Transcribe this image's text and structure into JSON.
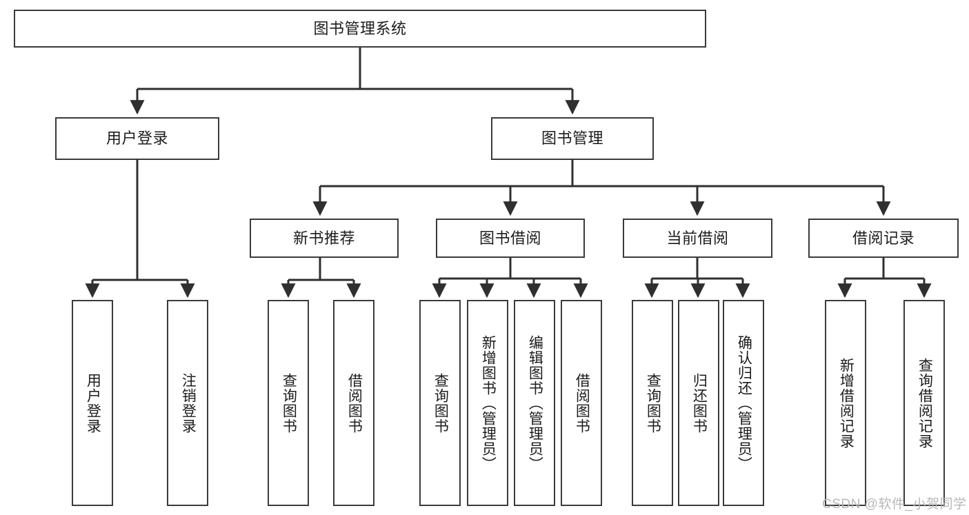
{
  "diagram": {
    "type": "tree-hierarchy",
    "title": "图书管理系统",
    "orientation": "top-down",
    "levels": 4,
    "root": {
      "id": "root",
      "label": "图书管理系统",
      "text_direction": "horizontal"
    },
    "level2": [
      {
        "id": "user-login",
        "label": "用户登录",
        "text_direction": "horizontal"
      },
      {
        "id": "book-management",
        "label": "图书管理",
        "text_direction": "horizontal"
      }
    ],
    "level3": [
      {
        "id": "new-book-recommend",
        "label": "新书推荐",
        "parent": "book-management",
        "text_direction": "horizontal"
      },
      {
        "id": "book-borrow",
        "label": "图书借阅",
        "parent": "book-management",
        "text_direction": "horizontal"
      },
      {
        "id": "current-borrow",
        "label": "当前借阅",
        "parent": "book-management",
        "text_direction": "horizontal"
      },
      {
        "id": "borrow-record",
        "label": "借阅记录",
        "parent": "book-management",
        "text_direction": "horizontal"
      }
    ],
    "leaves": [
      {
        "id": "leaf-user-login",
        "label": "用户登录",
        "parent": "user-login",
        "text_direction": "vertical"
      },
      {
        "id": "leaf-user-logout",
        "label": "注销登录",
        "parent": "user-login",
        "text_direction": "vertical"
      },
      {
        "id": "leaf-query-book-1",
        "label": "查询图书",
        "parent": "new-book-recommend",
        "text_direction": "vertical"
      },
      {
        "id": "leaf-borrow-book-1",
        "label": "借阅图书",
        "parent": "new-book-recommend",
        "text_direction": "vertical"
      },
      {
        "id": "leaf-query-book-2",
        "label": "查询图书",
        "parent": "book-borrow",
        "text_direction": "vertical"
      },
      {
        "id": "leaf-add-book",
        "label": "新增图书（管理员）",
        "parent": "book-borrow",
        "text_direction": "vertical"
      },
      {
        "id": "leaf-edit-book",
        "label": "编辑图书（管理员）",
        "parent": "book-borrow",
        "text_direction": "vertical"
      },
      {
        "id": "leaf-borrow-book-2",
        "label": "借阅图书",
        "parent": "book-borrow",
        "text_direction": "vertical"
      },
      {
        "id": "leaf-query-book-3",
        "label": "查询图书",
        "parent": "current-borrow",
        "text_direction": "vertical"
      },
      {
        "id": "leaf-return-book",
        "label": "归还图书",
        "parent": "current-borrow",
        "text_direction": "vertical"
      },
      {
        "id": "leaf-confirm-return",
        "label": "确认归还（管理员）",
        "parent": "current-borrow",
        "text_direction": "vertical"
      },
      {
        "id": "leaf-add-record",
        "label": "新增借阅记录",
        "parent": "borrow-record",
        "text_direction": "vertical"
      },
      {
        "id": "leaf-query-record",
        "label": "查询借阅记录",
        "parent": "borrow-record",
        "text_direction": "vertical"
      }
    ],
    "colors": {
      "box_border": "#3a3a3a",
      "box_fill": "#ffffff",
      "edge": "#2f2f2f",
      "text": "#1b1b1b",
      "watermark": "#b8b8b8",
      "background": "#ffffff"
    }
  },
  "watermark": {
    "text": "CSDN @软件_小贺同学"
  }
}
